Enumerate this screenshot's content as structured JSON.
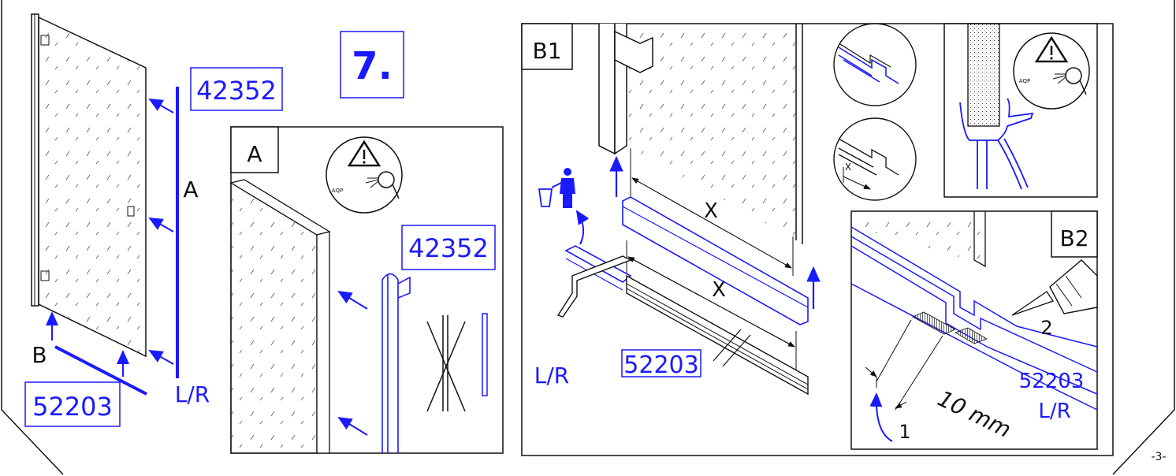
{
  "step": "7.",
  "colors": {
    "accent": "#1a1aff",
    "line": "#111111"
  },
  "left": {
    "part_top": "42352",
    "part_bottom": "52203",
    "label_a": "A",
    "label_b": "B",
    "side": "L/R"
  },
  "panel_a": {
    "title": "A",
    "part": "42352",
    "warning_text": "AQP"
  },
  "panel_b1": {
    "title": "B1",
    "dim_x_top": "X",
    "dim_x_bottom": "X",
    "part": "52203",
    "side": "L/R",
    "detail_x": "X",
    "warning_text": "AQP"
  },
  "panel_b2": {
    "title": "B2",
    "step_1": "1",
    "step_2": "2",
    "measure": "10 mm",
    "part": "52203",
    "side": "L/R"
  },
  "page_number": "-3-"
}
